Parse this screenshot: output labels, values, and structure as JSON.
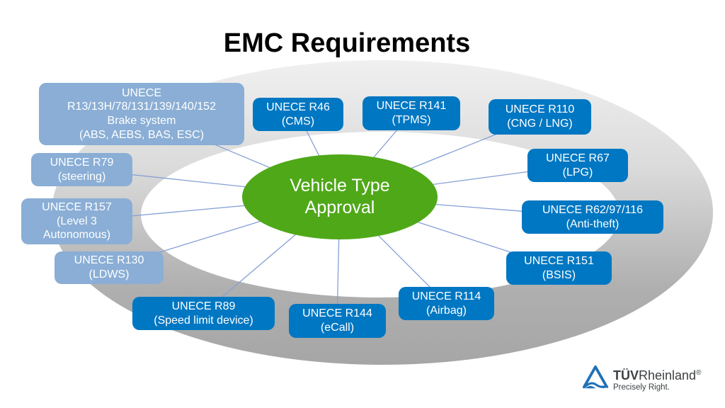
{
  "title": "EMC Requirements",
  "center": {
    "label": "Vehicle Type\nApproval"
  },
  "boxes": {
    "brake": {
      "label": "UNECE\nR13/13H/78/131/139/140/152\nBrake system\n(ABS, AEBS, BAS, ESC)",
      "style": "light"
    },
    "r79": {
      "label": "UNECE R79\n(steering)",
      "style": "light"
    },
    "r157": {
      "label": "UNECE R157\n(Level 3\nAutonomous)",
      "style": "light"
    },
    "r130": {
      "label": "UNECE R130\n(LDWS)",
      "style": "light"
    },
    "r89": {
      "label": "UNECE R89\n(Speed limit device)",
      "style": "dark"
    },
    "r144": {
      "label": "UNECE R144\n(eCall)",
      "style": "dark"
    },
    "r114": {
      "label": "UNECE R114\n(Airbag)",
      "style": "dark"
    },
    "r151": {
      "label": "UNECE R151\n(BSIS)",
      "style": "dark"
    },
    "r62": {
      "label": "UNECE R62/97/116\n(Anti-theft)",
      "style": "dark"
    },
    "r67": {
      "label": "UNECE R67\n(LPG)",
      "style": "dark"
    },
    "r110": {
      "label": "UNECE R110\n(CNG / LNG)",
      "style": "dark"
    },
    "r141": {
      "label": "UNECE R141\n(TPMS)",
      "style": "dark"
    },
    "r46": {
      "label": "UNECE R46\n(CMS)",
      "style": "dark"
    }
  },
  "logo": {
    "brand_bold": "TÜV",
    "brand_regular": "Rheinland",
    "registered": "®",
    "tagline": "Precisely Right."
  },
  "colors": {
    "dark_box": "#0077C2",
    "light_box": "#8AAED5",
    "center_green": "#4FA818",
    "connector": "#85A0D6",
    "logo_blue": "#2070B8"
  }
}
